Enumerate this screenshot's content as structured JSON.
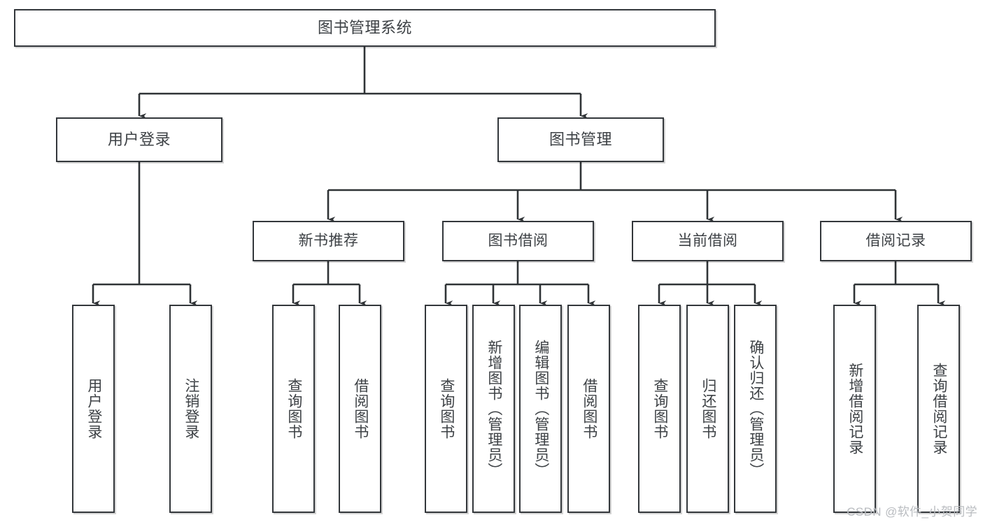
{
  "diagram": {
    "type": "tree-hierarchy",
    "title": "图书管理系统",
    "watermark": "CSDN @软件_小贺同学",
    "nodes": {
      "root": {
        "label": "图书管理系统"
      },
      "tier2": [
        {
          "id": "user-login",
          "label": "用户登录"
        },
        {
          "id": "book-management",
          "label": "图书管理"
        }
      ],
      "tier3": [
        {
          "id": "new-book-recommend",
          "label": "新书推荐"
        },
        {
          "id": "book-borrow",
          "label": "图书借阅"
        },
        {
          "id": "current-borrow",
          "label": "当前借阅"
        },
        {
          "id": "borrow-record",
          "label": "借阅记录"
        }
      ],
      "leaves": [
        {
          "id": "leaf-user-login",
          "label": "用户登录",
          "parent": "user-login"
        },
        {
          "id": "leaf-logout-login",
          "label": "注销登录",
          "parent": "user-login"
        },
        {
          "id": "leaf-query-book-1",
          "label": "查询图书",
          "parent": "new-book-recommend"
        },
        {
          "id": "leaf-borrow-book-1",
          "label": "借阅图书",
          "parent": "new-book-recommend"
        },
        {
          "id": "leaf-query-book-2",
          "label": "查询图书",
          "parent": "book-borrow"
        },
        {
          "id": "leaf-add-book",
          "label": "新增图书（管理员）",
          "parent": "book-borrow"
        },
        {
          "id": "leaf-edit-book",
          "label": "编辑图书（管理员）",
          "parent": "book-borrow"
        },
        {
          "id": "leaf-borrow-book-2",
          "label": "借阅图书",
          "parent": "book-borrow"
        },
        {
          "id": "leaf-query-book-3",
          "label": "查询图书",
          "parent": "current-borrow"
        },
        {
          "id": "leaf-return-book",
          "label": "归还图书",
          "parent": "current-borrow"
        },
        {
          "id": "leaf-confirm-return",
          "label": "确认归还（管理员）",
          "parent": "current-borrow"
        },
        {
          "id": "leaf-add-record",
          "label": "新增借阅记录",
          "parent": "borrow-record"
        },
        {
          "id": "leaf-query-record",
          "label": "查询借阅记录",
          "parent": "borrow-record"
        }
      ]
    },
    "colors": {
      "border": "#33373b",
      "text": "#3d4145",
      "background": "#ffffff",
      "connector": "#2f3336",
      "watermark": "#b9bcc0"
    }
  }
}
